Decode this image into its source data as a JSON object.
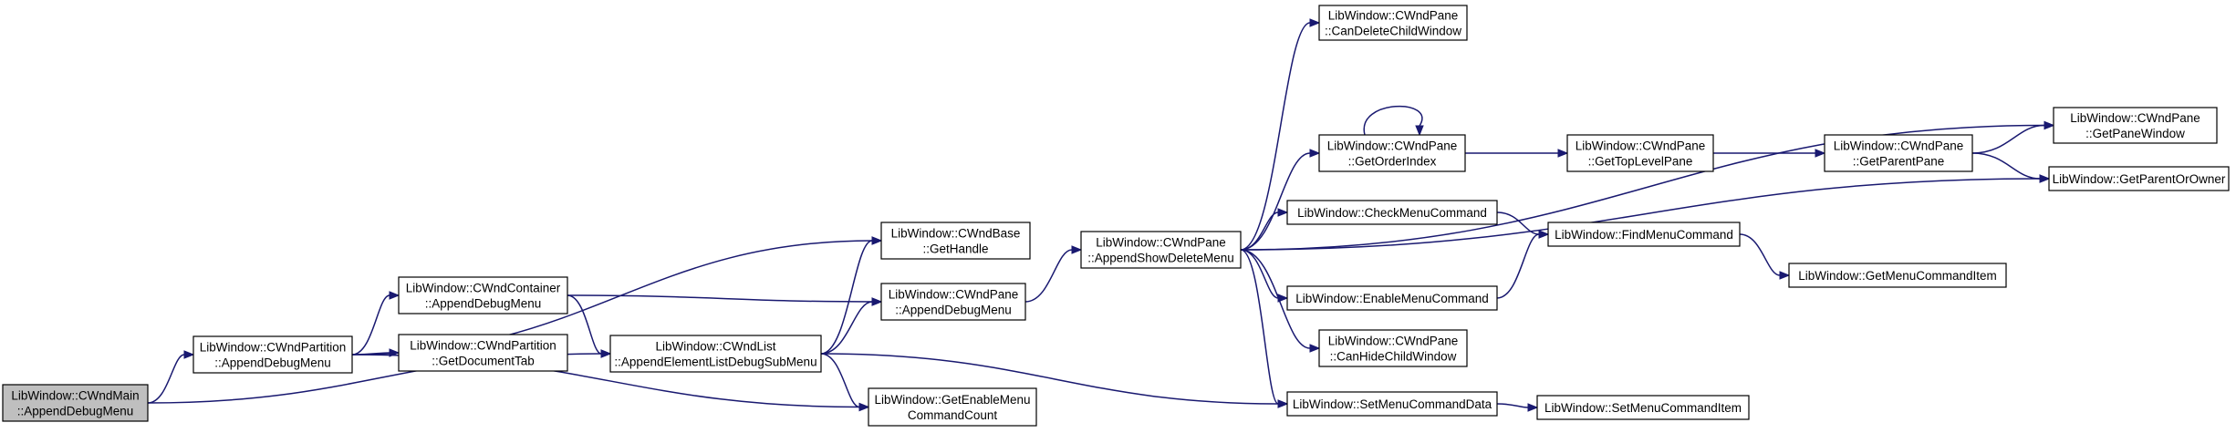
{
  "graph": {
    "nodes": [
      {
        "id": "main_append",
        "lines": [
          "LibWindow::CWndMain",
          "::AppendDebugMenu"
        ],
        "current": true
      },
      {
        "id": "partition_append",
        "lines": [
          "LibWindow::CWndPartition",
          "::AppendDebugMenu"
        ]
      },
      {
        "id": "container_append",
        "lines": [
          "LibWindow::CWndContainer",
          "::AppendDebugMenu"
        ]
      },
      {
        "id": "partition_doctab",
        "lines": [
          "LibWindow::CWndPartition",
          "::GetDocumentTab"
        ]
      },
      {
        "id": "list_append",
        "lines": [
          "LibWindow::CWndList",
          "::AppendElementListDebugSubMenu"
        ]
      },
      {
        "id": "base_handle",
        "lines": [
          "LibWindow::CWndBase",
          "::GetHandle"
        ]
      },
      {
        "id": "pane_append",
        "lines": [
          "LibWindow::CWndPane",
          "::AppendDebugMenu"
        ]
      },
      {
        "id": "get_enable_count",
        "lines": [
          "LibWindow::GetEnableMenu",
          "CommandCount"
        ]
      },
      {
        "id": "pane_showdel",
        "lines": [
          "LibWindow::CWndPane",
          "::AppendShowDeleteMenu"
        ]
      },
      {
        "id": "pane_candelete",
        "lines": [
          "LibWindow::CWndPane",
          "::CanDeleteChildWindow"
        ]
      },
      {
        "id": "pane_order",
        "lines": [
          "LibWindow::CWndPane",
          "::GetOrderIndex"
        ]
      },
      {
        "id": "check_cmd",
        "lines": [
          "LibWindow::CheckMenuCommand"
        ]
      },
      {
        "id": "enable_cmd",
        "lines": [
          "LibWindow::EnableMenuCommand"
        ]
      },
      {
        "id": "pane_canhide",
        "lines": [
          "LibWindow::CWndPane",
          "::CanHideChildWindow"
        ]
      },
      {
        "id": "set_data",
        "lines": [
          "LibWindow::SetMenuCommandData"
        ]
      },
      {
        "id": "pane_toplevel",
        "lines": [
          "LibWindow::CWndPane",
          "::GetTopLevelPane"
        ]
      },
      {
        "id": "find_cmd",
        "lines": [
          "LibWindow::FindMenuCommand"
        ]
      },
      {
        "id": "set_item",
        "lines": [
          "LibWindow::SetMenuCommandItem"
        ]
      },
      {
        "id": "pane_parent",
        "lines": [
          "LibWindow::CWndPane",
          "::GetParentPane"
        ]
      },
      {
        "id": "get_item",
        "lines": [
          "LibWindow::GetMenuCommandItem"
        ]
      },
      {
        "id": "pane_window",
        "lines": [
          "LibWindow::CWndPane",
          "::GetPaneWindow"
        ]
      },
      {
        "id": "parent_owner",
        "lines": [
          "LibWindow::GetParentOrOwner"
        ]
      }
    ],
    "edges": [
      [
        "main_append",
        "partition_append"
      ],
      [
        "main_append",
        "list_append"
      ],
      [
        "partition_append",
        "container_append"
      ],
      [
        "partition_append",
        "partition_doctab"
      ],
      [
        "partition_append",
        "base_handle"
      ],
      [
        "partition_append",
        "get_enable_count"
      ],
      [
        "container_append",
        "list_append"
      ],
      [
        "container_append",
        "pane_append"
      ],
      [
        "list_append",
        "base_handle"
      ],
      [
        "list_append",
        "pane_append"
      ],
      [
        "list_append",
        "get_enable_count"
      ],
      [
        "list_append",
        "set_data"
      ],
      [
        "pane_append",
        "pane_showdel"
      ],
      [
        "pane_showdel",
        "pane_candelete"
      ],
      [
        "pane_showdel",
        "pane_order"
      ],
      [
        "pane_showdel",
        "pane_window"
      ],
      [
        "pane_showdel",
        "parent_owner"
      ],
      [
        "pane_showdel",
        "check_cmd"
      ],
      [
        "pane_showdel",
        "enable_cmd"
      ],
      [
        "pane_showdel",
        "pane_canhide"
      ],
      [
        "pane_showdel",
        "set_data"
      ],
      [
        "pane_order",
        "pane_order"
      ],
      [
        "pane_order",
        "pane_toplevel"
      ],
      [
        "pane_toplevel",
        "pane_parent"
      ],
      [
        "pane_parent",
        "pane_window"
      ],
      [
        "pane_parent",
        "parent_owner"
      ],
      [
        "check_cmd",
        "find_cmd"
      ],
      [
        "enable_cmd",
        "find_cmd"
      ],
      [
        "find_cmd",
        "get_item"
      ],
      [
        "set_data",
        "set_item"
      ]
    ]
  }
}
